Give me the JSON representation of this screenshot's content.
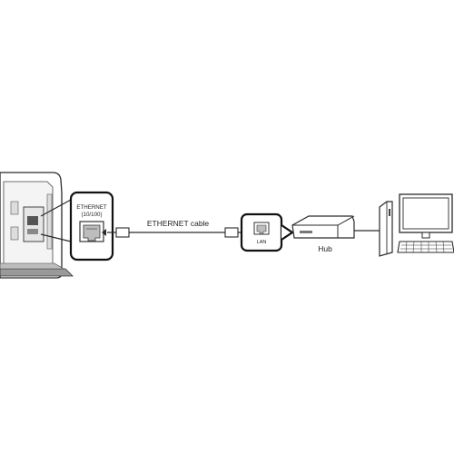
{
  "diagram": {
    "cable_label": "ETHERNET cable",
    "tv_port_label_line1": "ETHERNET",
    "tv_port_label_line2": "(10/100)",
    "lan_port_label": "LAN",
    "hub_label": "Hub"
  },
  "colors": {
    "stroke": "#2a2a2a",
    "light_gray": "#e6e6e6",
    "mid_gray": "#cfcfcf",
    "dark_gray": "#8c8c8c"
  }
}
